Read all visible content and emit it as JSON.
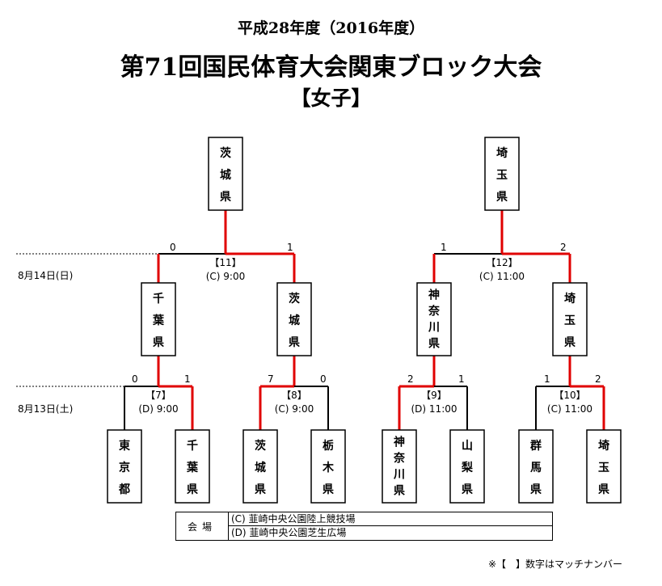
{
  "header": {
    "line1": "平成28年度（2016年度）",
    "line2": "第71回国民体育大会関東ブロック大会",
    "line3": "【女子】"
  },
  "colors": {
    "winner_line": "#e00000",
    "line": "#000000"
  },
  "dates": {
    "round2": "8月14日(日)",
    "round1": "8月13日(土)"
  },
  "finals": {
    "left_winner": "茨城県",
    "right_winner": "埼玉県"
  },
  "round2": [
    {
      "match": "【11】",
      "info": "(C)  9:00",
      "left_team": "千葉県",
      "right_team": "茨城県",
      "left_score": "0",
      "right_score": "1"
    },
    {
      "match": "【12】",
      "info": "(C)  11:00",
      "left_team": "神奈川県",
      "right_team": "埼玉県",
      "left_score": "1",
      "right_score": "2"
    }
  ],
  "round1": [
    {
      "match": "【7】",
      "info": "(D)  9:00",
      "left_team": "東京都",
      "right_team": "千葉県",
      "left_score": "0",
      "right_score": "1"
    },
    {
      "match": "【8】",
      "info": "(C)  9:00",
      "left_team": "茨城県",
      "right_team": "栃木県",
      "left_score": "7",
      "right_score": "0"
    },
    {
      "match": "【9】",
      "info": "(D)  11:00",
      "left_team": "神奈川県",
      "right_team": "山梨県",
      "left_score": "2",
      "right_score": "1"
    },
    {
      "match": "【10】",
      "info": "(C)  11:00",
      "left_team": "群馬県",
      "right_team": "埼玉県",
      "left_score": "1",
      "right_score": "2"
    }
  ],
  "venue": {
    "heading": "会場",
    "c": "(C) 韮崎中央公園陸上競技場",
    "d": "(D) 韮崎中央公園芝生広場"
  },
  "note": "※【　】数字はマッチナンバー"
}
